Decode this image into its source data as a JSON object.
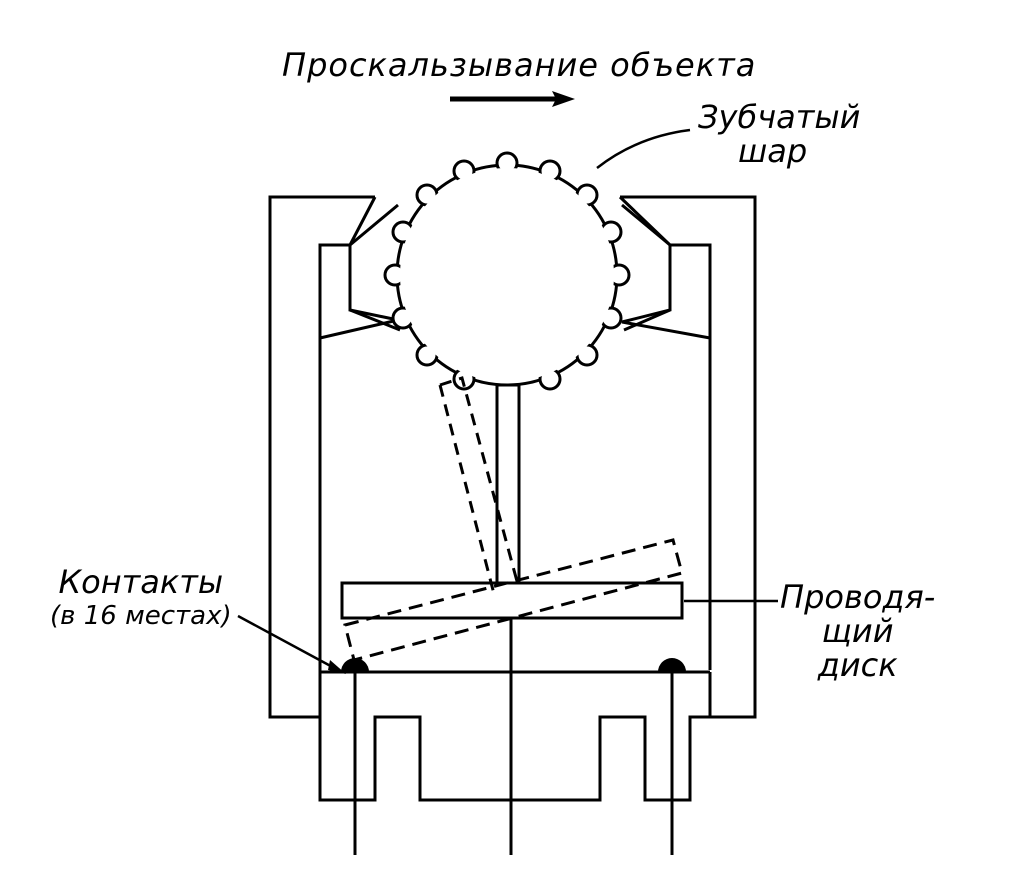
{
  "labels": {
    "motion": "Проскальзывание объекта",
    "ball_line1": "Зубчатый",
    "ball_line2": "шар",
    "contacts_line1": "Контакты",
    "contacts_line2": "(в 16 местах)",
    "disk_line1": "Проводя-",
    "disk_line2": "щий",
    "disk_line3": "диск"
  },
  "colors": {
    "ink": "#000000",
    "paper": "#ffffff"
  }
}
